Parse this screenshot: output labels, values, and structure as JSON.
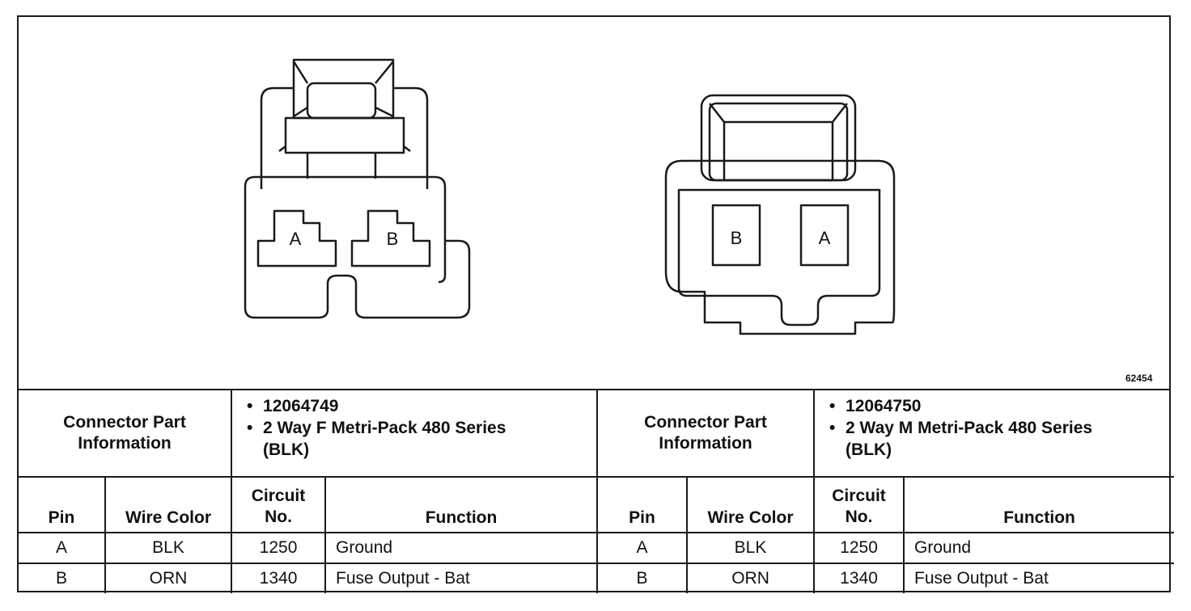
{
  "figure_id": "62454",
  "connectors": [
    {
      "info_label": "Connector Part Information",
      "part_number": "12064749",
      "description": "2 Way F Metri-Pack 480 Series (BLK)",
      "pin_labels": [
        "A",
        "B"
      ]
    },
    {
      "info_label": "Connector Part Information",
      "part_number": "12064750",
      "description": "2 Way M Metri-Pack 480 Series (BLK)",
      "pin_labels": [
        "B",
        "A"
      ]
    }
  ],
  "columns": {
    "pin": "Pin",
    "wire_color": "Wire Color",
    "circuit_line1": "Circuit",
    "circuit_line2": "No.",
    "function": "Function"
  },
  "rows": [
    {
      "pin": "A",
      "wire_color": "BLK",
      "circuit": "1250",
      "function": "Ground"
    },
    {
      "pin": "B",
      "wire_color": "ORN",
      "circuit": "1340",
      "function": "Fuse Output - Bat"
    }
  ]
}
